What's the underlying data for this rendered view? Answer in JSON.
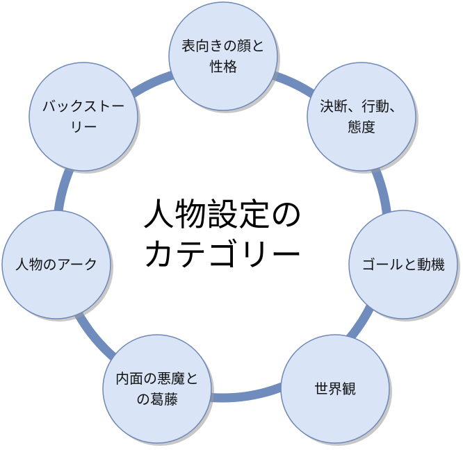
{
  "diagram": {
    "center_title_line1": "人物設定の",
    "center_title_line2": "カテゴリー",
    "nodes": [
      {
        "label": "表向きの顔と\n性格"
      },
      {
        "label": "決断、行動、\n態度"
      },
      {
        "label": "ゴールと動機"
      },
      {
        "label": "世界観"
      },
      {
        "label": "内面の悪魔と\nの葛藤"
      },
      {
        "label": "人物のアーク"
      },
      {
        "label": "バックストー\nリー"
      }
    ],
    "colors": {
      "ring": "#6f8cbc",
      "node_fill": "#d9e5f6",
      "node_stroke": "#6f87b6",
      "shadow": "#9b9b9b"
    }
  }
}
